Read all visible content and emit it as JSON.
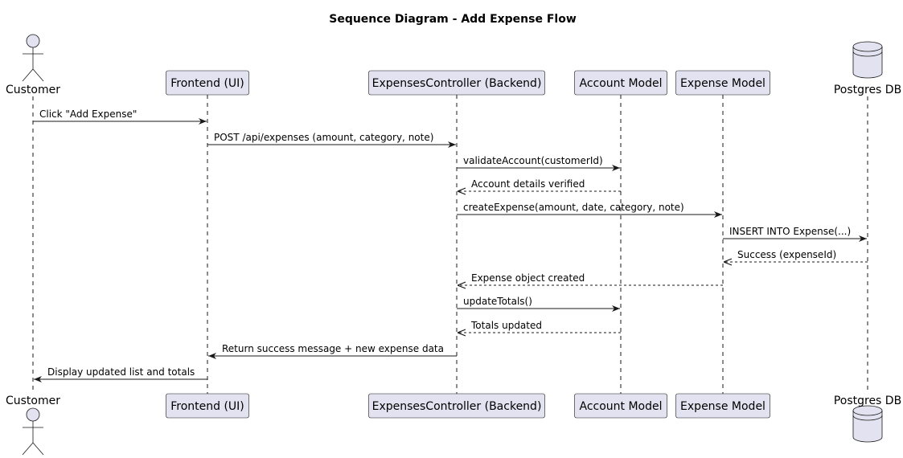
{
  "diagram": {
    "title": "Sequence Diagram - Add Expense Flow",
    "participants": [
      {
        "id": "customer",
        "label": "Customer",
        "kind": "actor"
      },
      {
        "id": "frontend",
        "label": "Frontend (UI)",
        "kind": "participant"
      },
      {
        "id": "controller",
        "label": "ExpensesController (Backend)",
        "kind": "participant"
      },
      {
        "id": "account",
        "label": "Account Model",
        "kind": "participant"
      },
      {
        "id": "expense",
        "label": "Expense Model",
        "kind": "participant"
      },
      {
        "id": "db",
        "label": "Postgres DB",
        "kind": "database"
      }
    ],
    "messages": [
      {
        "from": "customer",
        "to": "frontend",
        "label": "Click \"Add Expense\"",
        "style": "solid"
      },
      {
        "from": "frontend",
        "to": "controller",
        "label": "POST /api/expenses (amount, category, note)",
        "style": "solid"
      },
      {
        "from": "controller",
        "to": "account",
        "label": "validateAccount(customerId)",
        "style": "solid"
      },
      {
        "from": "account",
        "to": "controller",
        "label": "Account details verified",
        "style": "dashed"
      },
      {
        "from": "controller",
        "to": "expense",
        "label": "createExpense(amount, date, category, note)",
        "style": "solid"
      },
      {
        "from": "expense",
        "to": "db",
        "label": "INSERT INTO Expense(...)",
        "style": "solid"
      },
      {
        "from": "db",
        "to": "expense",
        "label": "Success (expenseId)",
        "style": "dashed"
      },
      {
        "from": "expense",
        "to": "controller",
        "label": "Expense object created",
        "style": "dashed"
      },
      {
        "from": "controller",
        "to": "account",
        "label": "updateTotals()",
        "style": "solid"
      },
      {
        "from": "account",
        "to": "controller",
        "label": "Totals updated",
        "style": "dashed"
      },
      {
        "from": "controller",
        "to": "frontend",
        "label": "Return success message + new expense data",
        "style": "solid"
      },
      {
        "from": "frontend",
        "to": "customer",
        "label": "Display updated list and totals",
        "style": "solid"
      }
    ],
    "colors": {
      "box_fill": "#E2E2F0",
      "box_stroke": "#181818",
      "line": "#181818",
      "lifeline": "#181818"
    }
  }
}
